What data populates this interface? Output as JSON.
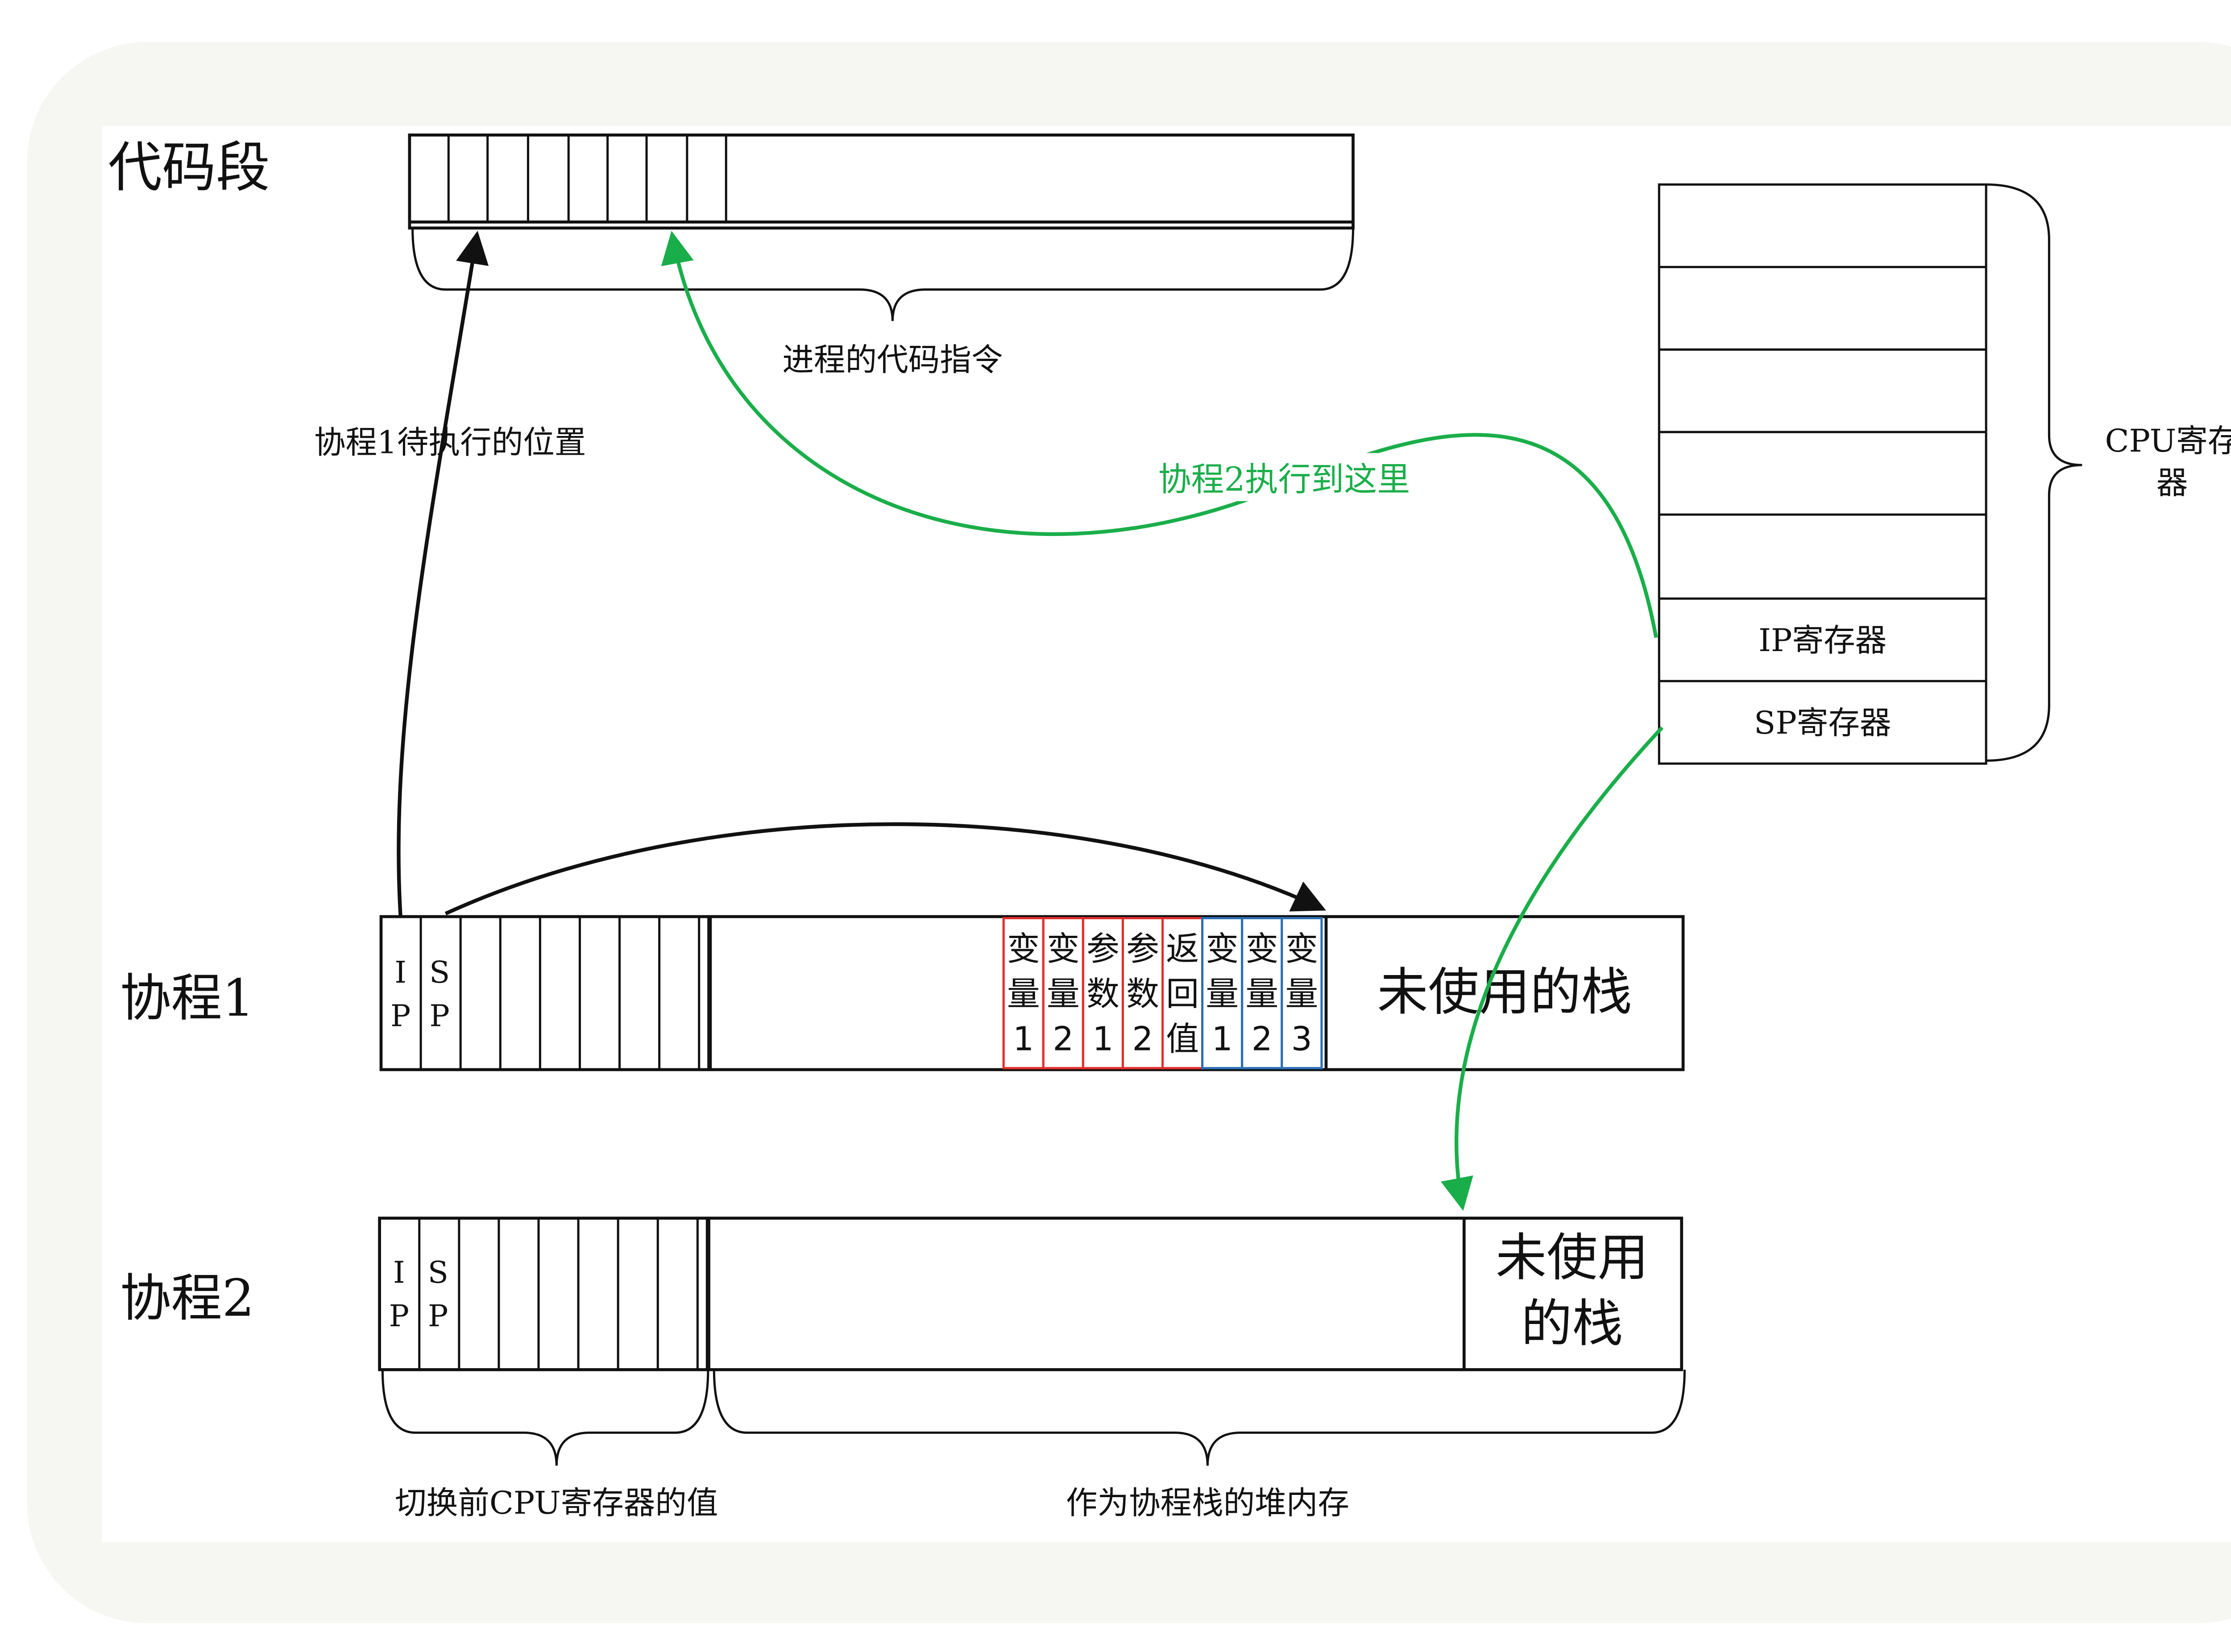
{
  "labels": {
    "code_segment": "代码段",
    "process_code": "进程的代码指令",
    "coroutine1_pos": "协程1待执行的位置",
    "coroutine2_here": "协程2执行到这里",
    "cpu_registers_line1": "CPU寄存",
    "cpu_registers_line2": "器",
    "ip_register": "IP寄存器",
    "sp_register": "SP寄存器",
    "coroutine1": "协程1",
    "coroutine2": "协程2",
    "unused_stack": "未使用的栈",
    "unused_stack_l1": "未使用",
    "unused_stack_l2": "的栈",
    "regs_before_switch": "切换前CPU寄存器的值",
    "heap_as_stack": "作为协程栈的堆内存"
  },
  "slot_ip": [
    "I",
    "P"
  ],
  "slot_sp": [
    "S",
    "P"
  ],
  "frame_cells": [
    {
      "lines": [
        "变",
        "量",
        "1"
      ],
      "color": "#e0302c"
    },
    {
      "lines": [
        "变",
        "量",
        "2"
      ],
      "color": "#e0302c"
    },
    {
      "lines": [
        "参",
        "数",
        "1"
      ],
      "color": "#e0302c"
    },
    {
      "lines": [
        "参",
        "数",
        "2"
      ],
      "color": "#e0302c"
    },
    {
      "lines": [
        "返",
        "回",
        "值"
      ],
      "color": "#e0302c"
    },
    {
      "lines": [
        "变",
        "量",
        "1"
      ],
      "color": "#2c6fb5"
    },
    {
      "lines": [
        "变",
        "量",
        "2"
      ],
      "color": "#2c6fb5"
    },
    {
      "lines": [
        "变",
        "量",
        "3"
      ],
      "color": "#2c6fb5"
    }
  ],
  "colors": {
    "outer_bg": "#f6f7f3",
    "canvas_bg": "#ffffff",
    "line": "#111111",
    "green": "#1aae4a",
    "red": "#e0302c",
    "blue": "#2c6fb5"
  }
}
